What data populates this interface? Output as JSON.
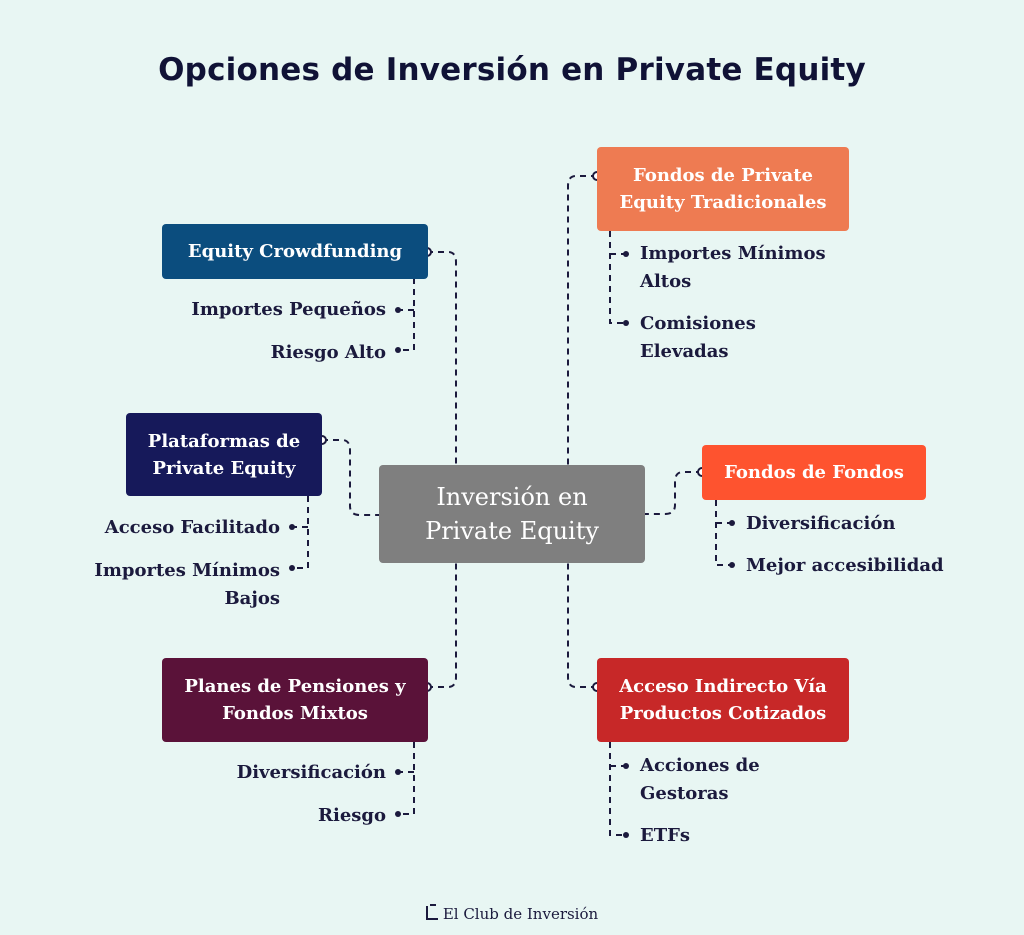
{
  "title": "Opciones de Inversión en Private Equity",
  "center": {
    "line1": "Inversión en",
    "line2": "Private Equity"
  },
  "colors": {
    "background": "#e8f6f3",
    "equity_crowdfunding": "#0b4d7e",
    "plataformas": "#16195a",
    "planes": "#5a1239",
    "fondos_tradicionales": "#ee7b52",
    "fondos_de_fondos": "#fe532f",
    "acceso_indirecto": "#c72828",
    "center": "#7f7f7f"
  },
  "branches": {
    "equity_crowdfunding": {
      "label": "Equity Crowdfunding",
      "items": [
        "Importes Pequeños",
        "Riesgo Alto"
      ]
    },
    "plataformas": {
      "label_line1": "Plataformas de",
      "label_line2": "Private Equity",
      "items": [
        "Acceso Facilitado",
        "Importes Mínimos",
        "Bajos"
      ]
    },
    "planes": {
      "label_line1": "Planes de Pensiones y",
      "label_line2": "Fondos Mixtos",
      "items": [
        "Diversificación",
        "Riesgo"
      ]
    },
    "fondos_tradicionales": {
      "label_line1": "Fondos de Private",
      "label_line2": "Equity Tradicionales",
      "items": [
        "Importes Mínimos",
        "Altos",
        "Comisiones",
        "Elevadas"
      ]
    },
    "fondos_de_fondos": {
      "label": "Fondos de Fondos",
      "items": [
        "Diversificación",
        "Mejor accesibilidad"
      ]
    },
    "acceso_indirecto": {
      "label_line1": "Acceso Indirecto Vía",
      "label_line2": "Productos Cotizados",
      "items": [
        "Acciones de",
        "Gestoras",
        "ETFs"
      ]
    }
  },
  "footer": "El Club de Inversión"
}
